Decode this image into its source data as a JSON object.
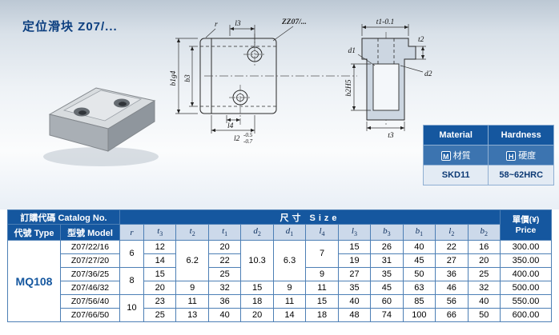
{
  "page": {
    "title": "定位滑块 Z07/..."
  },
  "drawing": {
    "part_callout": "ZZ07/...",
    "labels": {
      "r": "r",
      "l3": "l3",
      "b1g4": "b1g4",
      "b3": "b3",
      "l4": "l4",
      "l2": "l2",
      "l2_tol_upper": "-0.5",
      "l2_tol_lower": "-0.7",
      "t1": "t1-0.1",
      "t2": "t2",
      "d2": "d2",
      "d1": "d1",
      "b2h5": "b2H5",
      "t3": "t3"
    }
  },
  "material_table": {
    "headers": [
      "Material",
      "Hardness"
    ],
    "row2": [
      {
        "badge": "M",
        "label": "材質"
      },
      {
        "badge": "H",
        "label": "硬度"
      }
    ],
    "values": [
      "SKD11",
      "58~62HRC"
    ]
  },
  "catalog_table": {
    "header": {
      "catalog_no": "訂購代碼 Catalog No.",
      "type": "代號 Type",
      "model": "型號 Model",
      "size": "尺寸 Size",
      "price": "單價(¥)",
      "price_en": "Price"
    },
    "dim_columns": [
      {
        "b": "r",
        "s": ""
      },
      {
        "b": "t",
        "s": "3"
      },
      {
        "b": "t",
        "s": "2"
      },
      {
        "b": "t",
        "s": "1"
      },
      {
        "b": "d",
        "s": "2"
      },
      {
        "b": "d",
        "s": "1"
      },
      {
        "b": "l",
        "s": "4"
      },
      {
        "b": "l",
        "s": "3"
      },
      {
        "b": "b",
        "s": "3"
      },
      {
        "b": "b",
        "s": "1"
      },
      {
        "b": "l",
        "s": "2"
      },
      {
        "b": "b",
        "s": "2"
      }
    ],
    "type_value": "MQ108",
    "rows": [
      {
        "model": "Z07/22/16",
        "price": "300.00",
        "dims": [
          {
            "v": "6",
            "rs": 2
          },
          {
            "v": "12"
          },
          {
            "v": "6.2",
            "rs": 3
          },
          {
            "v": "20"
          },
          {
            "v": "10.3",
            "rs": 3
          },
          {
            "v": "6.3",
            "rs": 3
          },
          {
            "v": "7",
            "rs": 2
          },
          {
            "v": "15"
          },
          {
            "v": "26"
          },
          {
            "v": "40"
          },
          {
            "v": "22"
          },
          {
            "v": "16"
          }
        ]
      },
      {
        "model": "Z07/27/20",
        "price": "350.00",
        "dims": [
          null,
          {
            "v": "14"
          },
          null,
          {
            "v": "22"
          },
          null,
          null,
          null,
          {
            "v": "19"
          },
          {
            "v": "31"
          },
          {
            "v": "45"
          },
          {
            "v": "27"
          },
          {
            "v": "20"
          }
        ]
      },
      {
        "model": "Z07/36/25",
        "price": "400.00",
        "dims": [
          {
            "v": "8",
            "rs": 2
          },
          {
            "v": "15"
          },
          null,
          {
            "v": "25"
          },
          null,
          null,
          {
            "v": "9"
          },
          {
            "v": "27"
          },
          {
            "v": "35"
          },
          {
            "v": "50"
          },
          {
            "v": "36"
          },
          {
            "v": "25"
          }
        ]
      },
      {
        "model": "Z07/46/32",
        "price": "500.00",
        "dims": [
          null,
          {
            "v": "20"
          },
          {
            "v": "9"
          },
          {
            "v": "32"
          },
          {
            "v": "15"
          },
          {
            "v": "9"
          },
          {
            "v": "11"
          },
          {
            "v": "35"
          },
          {
            "v": "45"
          },
          {
            "v": "63"
          },
          {
            "v": "46"
          },
          {
            "v": "32"
          }
        ]
      },
      {
        "model": "Z07/56/40",
        "price": "550.00",
        "dims": [
          {
            "v": "10",
            "rs": 2
          },
          {
            "v": "23"
          },
          {
            "v": "11"
          },
          {
            "v": "36"
          },
          {
            "v": "18"
          },
          {
            "v": "11"
          },
          {
            "v": "15"
          },
          {
            "v": "40"
          },
          {
            "v": "60"
          },
          {
            "v": "85"
          },
          {
            "v": "56"
          },
          {
            "v": "40"
          }
        ]
      },
      {
        "model": "Z07/66/50",
        "price": "600.00",
        "dims": [
          null,
          {
            "v": "25"
          },
          {
            "v": "13"
          },
          {
            "v": "40"
          },
          {
            "v": "20"
          },
          {
            "v": "14"
          },
          {
            "v": "18"
          },
          {
            "v": "48"
          },
          {
            "v": "74"
          },
          {
            "v": "100"
          },
          {
            "v": "66"
          },
          {
            "v": "50"
          }
        ]
      }
    ]
  }
}
